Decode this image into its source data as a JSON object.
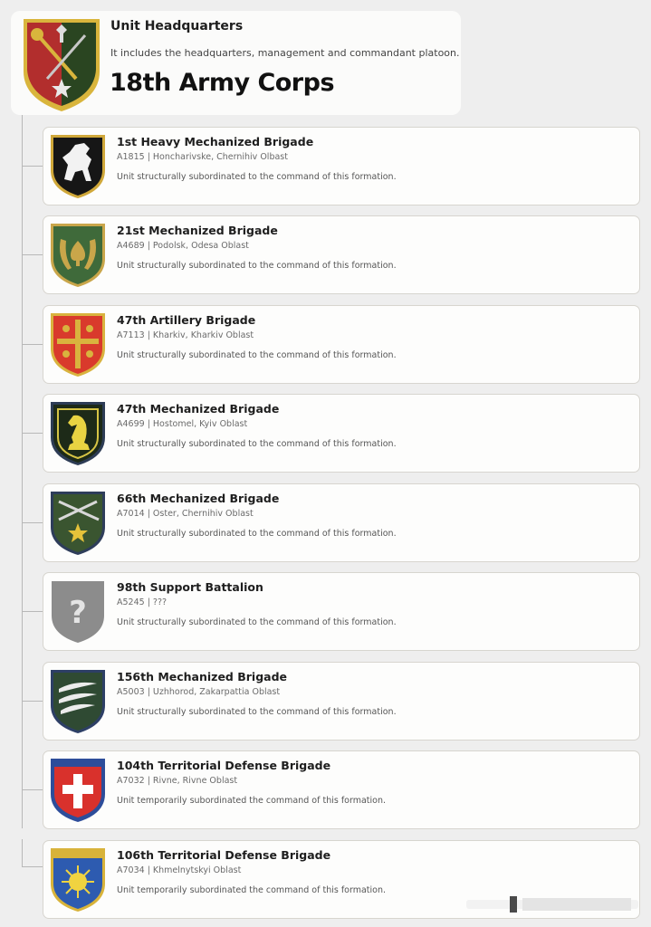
{
  "headquarters": {
    "title": "Unit Headquarters",
    "description": "It includes the headquarters, management and commandant platoon.",
    "name": "18th Army Corps",
    "emblem_icon": "corps-shield-mace-sword-star-icon",
    "colors": {
      "left": "#b22e2d",
      "right": "#2a4521",
      "gold": "#d9b53c"
    }
  },
  "units": [
    {
      "name": "1st Heavy Mechanized Brigade",
      "meta": "A1815 | Honcharivske, Chernihiv Olbast",
      "status": "Unit structurally subordinated to the command of this formation.",
      "emblem_icon": "white-horse-shield-icon"
    },
    {
      "name": "21st Mechanized Brigade",
      "meta": "A4689 | Podolsk, Odesa Oblast",
      "status": "Unit structurally subordinated to the command of this formation.",
      "emblem_icon": "green-spade-shield-icon"
    },
    {
      "name": "47th Artillery Brigade",
      "meta": "A7113 | Kharkiv, Kharkiv Oblast",
      "status": "Unit structurally subordinated to the command of this formation.",
      "emblem_icon": "red-gold-cross-shield-icon"
    },
    {
      "name": "47th Mechanized Brigade",
      "meta": "A4699 | Hostomel, Kyiv Oblast",
      "status": "Unit structurally subordinated to the command of this formation.",
      "emblem_icon": "knight-chess-shield-icon"
    },
    {
      "name": "66th Mechanized Brigade",
      "meta": "A7014 | Oster, Chernihiv Oblast",
      "status": "Unit structurally subordinated to the command of this formation.",
      "emblem_icon": "crossed-swords-star-shield-icon"
    },
    {
      "name": "98th Support Battalion",
      "meta": "A5245 | ???",
      "status": "Unit structurally subordinated to the command of this formation.",
      "emblem_icon": "unknown-question-shield-icon"
    },
    {
      "name": "156th Mechanized Brigade",
      "meta": "A5003 | Uzhhorod, Zakarpattia Oblast",
      "status": "Unit structurally subordinated to the command of this formation.",
      "emblem_icon": "claw-marks-shield-icon"
    },
    {
      "name": "104th Territorial Defense Brigade",
      "meta": "A7032 | Rivne, Rivne Oblast",
      "status": "Unit temporarily subordinated the command of this formation.",
      "emblem_icon": "white-cross-shield-icon"
    },
    {
      "name": "106th Territorial Defense Brigade",
      "meta": "A7034 | Khmelnytskyi Oblast",
      "status": "Unit temporarily subordinated the command of this formation.",
      "emblem_icon": "sun-shield-icon"
    }
  ]
}
